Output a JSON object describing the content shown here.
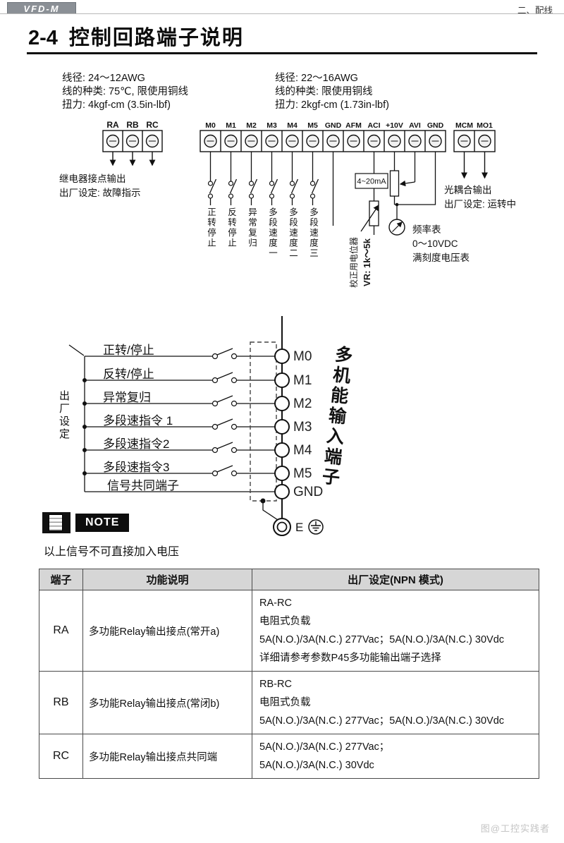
{
  "header": {
    "logo": "VFD-M",
    "chapter": "二、配线"
  },
  "title": {
    "number": "2-4",
    "text": "控制回路端子说明"
  },
  "wire_specs": {
    "left": {
      "line1": "线径: 24～12AWG",
      "line2": "线的种类: 75℃, 限使用铜线",
      "line3": "扭力: 4kgf-cm (3.5in-lbf)"
    },
    "right": {
      "line1": "线径: 22～16AWG",
      "line2": "线的种类: 限使用铜线",
      "line3": "扭力: 2kgf-cm (1.73in-lbf)"
    }
  },
  "terminal_diagram": {
    "relay_terminals": [
      "RA",
      "RB",
      "RC"
    ],
    "main_terminals": [
      "M0",
      "M1",
      "M2",
      "M3",
      "M4",
      "M5",
      "GND",
      "AFM",
      "ACI",
      "+10V",
      "AVI",
      "GND"
    ],
    "output_terminals": [
      "MCM",
      "MO1"
    ],
    "relay_note_line1": "继电器接点输出",
    "relay_note_line2": "出厂设定: 故障指示",
    "switch_labels": [
      "正转停止",
      "反转停止",
      "异常复归",
      "多段速度一",
      "多段速度二",
      "多段速度三"
    ],
    "current_label": "4~20mA",
    "vr_name": "校正用电位器",
    "vr_label": "VR: 1k～5k",
    "opto_line1": "光耦合输出",
    "opto_line2": "出厂设定: 运转中",
    "meter_line1": "频率表",
    "meter_line2": "0～10VDC",
    "meter_line3": "满刻度电压表"
  },
  "input_diagram": {
    "factory_label": "出厂设定",
    "rows": [
      {
        "label": "正转/停止",
        "terminal": "M0"
      },
      {
        "label": "反转/停止",
        "terminal": "M1"
      },
      {
        "label": "异常复归",
        "terminal": "M2"
      },
      {
        "label": "多段速指令 1",
        "terminal": "M3"
      },
      {
        "label": "多段速指令2",
        "terminal": "M4"
      },
      {
        "label": "多段速指令3",
        "terminal": "M5"
      },
      {
        "label": "信号共同端子",
        "terminal": "GND"
      }
    ],
    "right_label": "多机能输入端子",
    "earth_label": "E"
  },
  "note": {
    "tag": "NOTE",
    "text": "以上信号不可直接加入电压"
  },
  "table": {
    "headers": [
      "端子",
      "功能说明",
      "出厂设定(NPN 模式)"
    ],
    "rows": [
      {
        "terminal": "RA",
        "function": "多功能Relay输出接点(常开a)",
        "settings": [
          "RA-RC",
          "电阻式负载",
          "5A(N.O.)/3A(N.C.) 277Vac；5A(N.O.)/3A(N.C.) 30Vdc",
          "详细请参考参数P45多功能输出端子选择"
        ]
      },
      {
        "terminal": "RB",
        "function": "多功能Relay输出接点(常闭b)",
        "settings": [
          "RB-RC",
          "电阻式负载",
          "5A(N.O.)/3A(N.C.) 277Vac；5A(N.O.)/3A(N.C.) 30Vdc"
        ]
      },
      {
        "terminal": "RC",
        "function": "多功能Relay输出接点共同端",
        "settings": [
          "5A(N.O.)/3A(N.C.) 277Vac；",
          "5A(N.O.)/3A(N.C.) 30Vdc"
        ]
      }
    ]
  },
  "footer": {
    "watermark": "图@工控实践者"
  }
}
